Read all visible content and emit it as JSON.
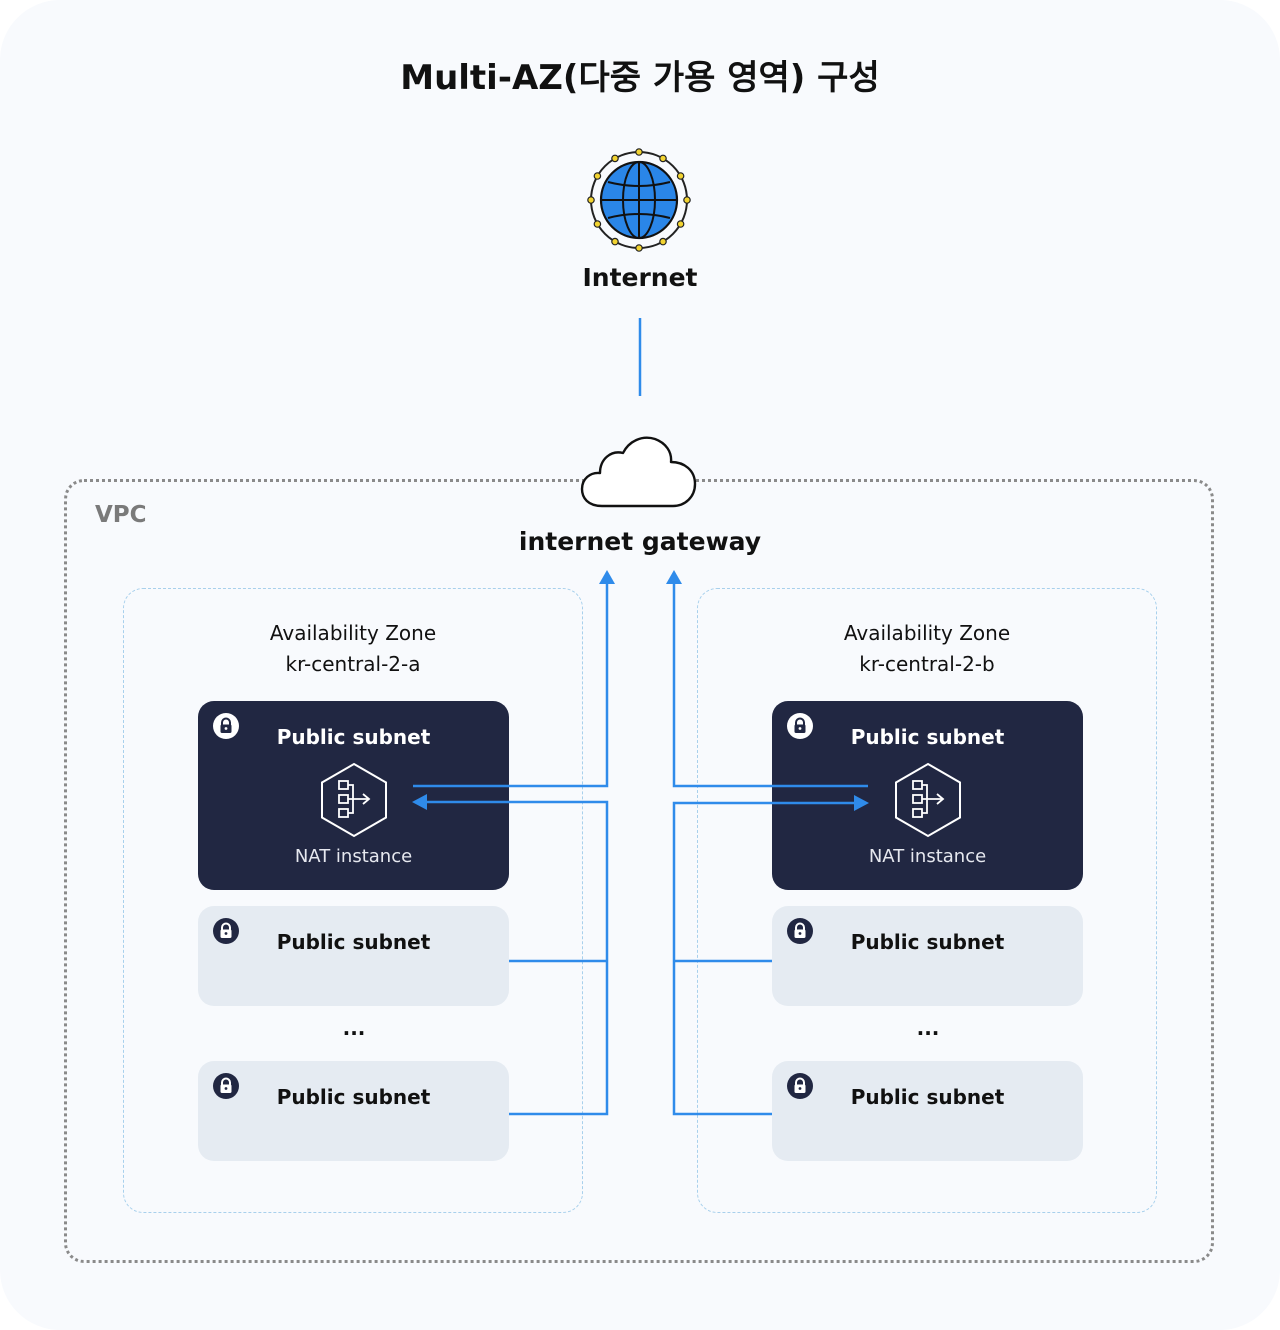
{
  "title": "Multi-AZ(다중 가용 영역) 구성",
  "internet": {
    "label": "Internet",
    "icon": "globe-icon"
  },
  "vpc": {
    "label": "VPC"
  },
  "gateway": {
    "label": "internet gateway",
    "icon": "cloud-icon"
  },
  "zones": [
    {
      "title_line1": "Availability Zone",
      "title_line2": "kr-central-2-a",
      "nat_subnet": {
        "label": "Public subnet",
        "nat_label": "NAT instance"
      },
      "subnets": [
        {
          "label": "Public subnet"
        },
        {
          "label": "Public subnet"
        }
      ],
      "ellipsis": "..."
    },
    {
      "title_line1": "Availability Zone",
      "title_line2": "kr-central-2-b",
      "nat_subnet": {
        "label": "Public subnet",
        "nat_label": "NAT instance"
      },
      "subnets": [
        {
          "label": "Public subnet"
        },
        {
          "label": "Public subnet"
        }
      ],
      "ellipsis": "..."
    }
  ],
  "colors": {
    "background": "#f8fafd",
    "connector": "#2f8bea",
    "dark_subnet": "#212742",
    "light_subnet": "#e5ebf2",
    "globe": "#2a86e8",
    "globe_nodes": "#f2d330"
  }
}
